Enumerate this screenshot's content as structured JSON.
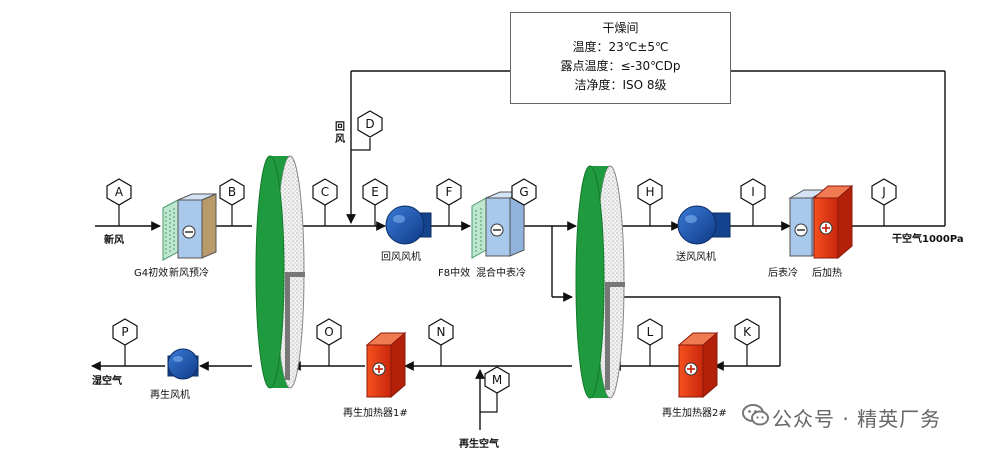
{
  "room": {
    "title": "干燥间",
    "temperature": "温度：23℃±5℃",
    "dew_point": "露点温度：≤-30℃Dp",
    "cleanliness": "洁净度：ISO 8级"
  },
  "points": [
    "A",
    "B",
    "C",
    "D",
    "E",
    "F",
    "G",
    "H",
    "I",
    "J",
    "K",
    "L",
    "M",
    "N",
    "O",
    "P"
  ],
  "labels": {
    "fresh_air": "新风",
    "return_air": "回风",
    "g4_filter": "G4初效",
    "fresh_precool": "新风预冷",
    "return_fan": "回风风机",
    "f8_filter": "F8中效",
    "mix_cooler": "混合中表冷",
    "supply_fan": "送风风机",
    "post_cooler": "后表冷",
    "post_heater": "后加热",
    "dry_air": "干空气1000Pa",
    "regen_heater_1": "再生加热器1#",
    "regen_heater_2": "再生加热器2#",
    "regen_air": "再生空气",
    "regen_fan": "再生风机",
    "wet_air": "湿空气"
  },
  "watermark": "公众号 · 精英厂务",
  "colors": {
    "wheel_green": "#1f9a3e",
    "heater_red": "#e8331a",
    "fan_blue": "#1a4fa8",
    "coil_blue": "#a9c9ec",
    "filter_green": "#7ec8a0",
    "line": "#111111"
  }
}
